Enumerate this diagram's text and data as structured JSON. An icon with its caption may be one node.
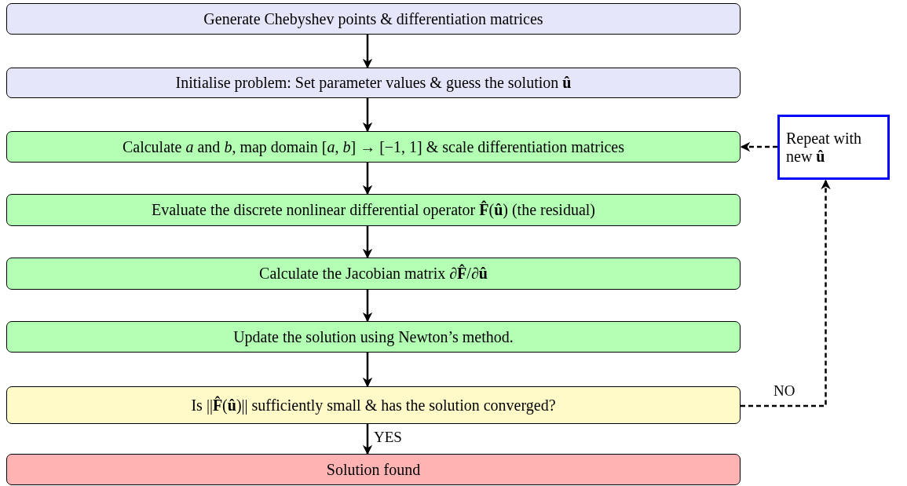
{
  "diagram": {
    "nodes": [
      {
        "text": [
          "Generate Chebyshev points & differentiation matrices"
        ]
      },
      {
        "text": [
          "Initialise problem: Set parameter values & guess the solution **û**"
        ]
      },
      {
        "text": [
          "Calculate *a* and *b*, map domain [*a*, *b*] → [−1, 1] & scale differentiation matrices"
        ]
      },
      {
        "text": [
          "Evaluate the discrete nonlinear differential operator **F̂**(**û**) (the residual)"
        ]
      },
      {
        "text": [
          "Calculate the Jacobian matrix ∂**F̂**/∂**û**"
        ]
      },
      {
        "text": [
          "Update the solution using Newton’s method."
        ]
      },
      {
        "text": [
          "Is ||**F̂**(**û**)|| sufficiently small & has the solution converged?"
        ]
      },
      {
        "text": [
          "Solution found"
        ]
      },
      {
        "text": [
          "Repeat with new **û**"
        ]
      }
    ],
    "edges": [
      {
        "from": 0,
        "to": 1,
        "arrow": "to"
      },
      {
        "from": 1,
        "to": 2,
        "arrow": "to"
      },
      {
        "from": 2,
        "to": 3,
        "arrow": "to"
      },
      {
        "from": 3,
        "to": 4,
        "arrow": "to"
      },
      {
        "from": 4,
        "to": 5,
        "arrow": "to"
      },
      {
        "from": 5,
        "to": 6,
        "arrow": "to"
      },
      {
        "from": 6,
        "to": 7,
        "arrow": "to",
        "label": "YES"
      },
      {
        "from": 6,
        "to": 8,
        "arrow": "to",
        "label": "NO",
        "style": "dashed"
      },
      {
        "from": 8,
        "to": 2,
        "arrow": "to",
        "style": "dashed"
      }
    ]
  }
}
